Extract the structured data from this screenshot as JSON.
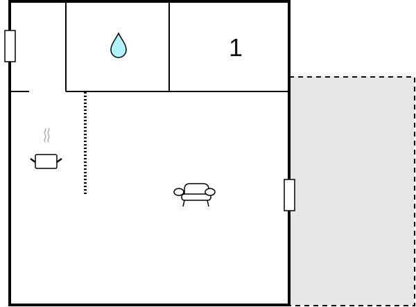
{
  "floorplan": {
    "rooms": [
      {
        "id": "bathroom",
        "icon": "water-drop-icon",
        "label": ""
      },
      {
        "id": "bedroom-1",
        "label": "1"
      },
      {
        "id": "living-kitchen",
        "icons": [
          "cooking-pot-icon",
          "armchair-icon"
        ]
      },
      {
        "id": "terrace",
        "label": ""
      }
    ],
    "colors": {
      "wall": "#000000",
      "terrace_fill": "#e6e6e6",
      "water_drop_fill": "#aef4fb",
      "steam": "#999999",
      "background": "#ffffff"
    }
  }
}
